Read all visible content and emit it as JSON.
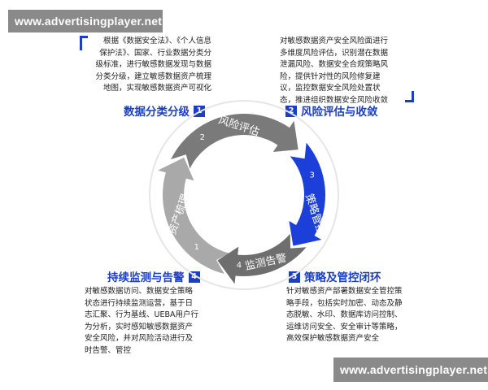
{
  "watermarks": {
    "top": "www.advertisingplayer.net",
    "bottom": "www.advertisingplayer.net"
  },
  "sections": [
    {
      "num": "1",
      "title": "数据分类分级",
      "lines": [
        "根据《数据安全法》、《个人信息",
        "保护法》、国家、行业数据分类分",
        "级标准，进行敏感数据发现与数据",
        "分类分级，建立敏感数据资产梳理",
        "地图，实现敏感数据资产可视化"
      ]
    },
    {
      "num": "2",
      "title": "风险评估与收敛",
      "lines": [
        "对敏感数据资产安全风险面进行",
        "多维度风险评估，识别潜在数据",
        "泄漏风险、数据安全合规策略风",
        "险，提供针对性的风险修复建",
        "议，监控数据安全风险处置状",
        "态，推进组织数据安全风险收敛"
      ]
    },
    {
      "num": "3",
      "title": "策略及管控闭环",
      "lines": [
        "针对敏感资产部署数据安全管控策",
        "略手段，包括实时加密、动态及静",
        "态脱敏、水印、数据库访问控制、",
        "运维访问安全、安全审计等策略，",
        "高效保护敏感数据资产安全"
      ]
    },
    {
      "num": "4",
      "title": "持续监测与告警",
      "lines": [
        "对敏感数据访问、数据安全策略",
        "状态进行持续监测运营，基于日",
        "志汇聚、行为基线、UEBA用户行",
        "为分析，实时感知敏感数据资产",
        "安全风险，并对风险活动进行及",
        "时告警、管控"
      ]
    }
  ],
  "cycle": [
    {
      "num": "1",
      "label": "资产梳理",
      "color": "#a9a9a9"
    },
    {
      "num": "2",
      "label": "风险评估",
      "color": "#7a7a7a"
    },
    {
      "num": "3",
      "label": "策略管控",
      "color": "#1b3fd8"
    },
    {
      "num": "4",
      "label": "监测告警",
      "color": "#6e6e6e"
    }
  ],
  "colors": {
    "accent": "#1b3fc4",
    "text": "#222222",
    "watermark_bg": "#8a8a8a"
  }
}
